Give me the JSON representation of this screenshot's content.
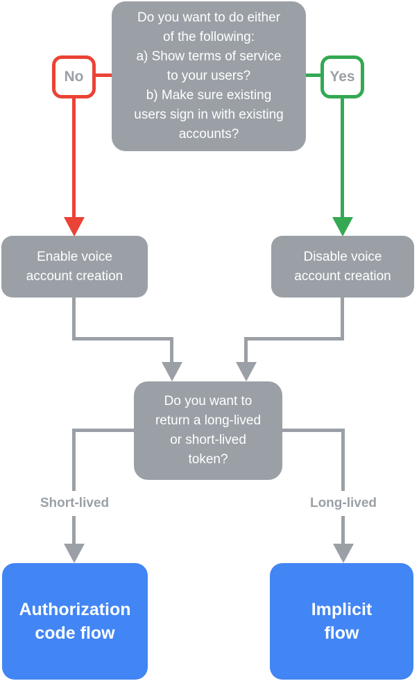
{
  "colors": {
    "node_gray": "#9AA0A6",
    "line_gray": "#9AA0A6",
    "red": "#EA4335",
    "green": "#34A853",
    "blue": "#4285F4",
    "label_text_gray": "#9AA0A6",
    "node_text_white": "#FFFFFF",
    "background": "#FFFFFF"
  },
  "flowchart": {
    "top_question": "Do you want to do either\nof the following:\na) Show terms of service\nto your users?\nb) Make sure existing\nusers sign in with existing\naccounts?",
    "no_label": "No",
    "yes_label": "Yes",
    "enable_node": "Enable voice\naccount creation",
    "disable_node": "Disable voice\naccount creation",
    "token_question": "Do you want to\nreturn a long-lived\nor short-lived\ntoken?",
    "short_lived_label": "Short-lived",
    "long_lived_label": "Long-lived",
    "auth_code_node": "Authorization\ncode flow",
    "implicit_node": "Implicit\nflow"
  }
}
